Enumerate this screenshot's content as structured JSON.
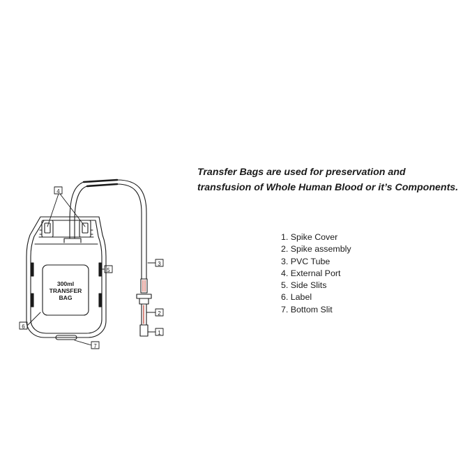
{
  "headline": {
    "line1": "Transfer Bags are used for preservation and",
    "line2": "transfusion of Whole Human Blood or it’s Components."
  },
  "bag_label": {
    "line1": "300ml",
    "line2": "TRANSFER",
    "line3": "BAG"
  },
  "callouts": [
    "1",
    "2",
    "3",
    "4",
    "5",
    "6",
    "7"
  ],
  "legend": [
    "1. Spike Cover",
    "2. Spike assembly",
    "3. PVC Tube",
    "4. External Port",
    "5. Side Slits",
    "6. Label",
    "7. Bottom Slit"
  ],
  "colors": {
    "line": "#1a1a1a",
    "spike_accent": "#c0392b"
  }
}
